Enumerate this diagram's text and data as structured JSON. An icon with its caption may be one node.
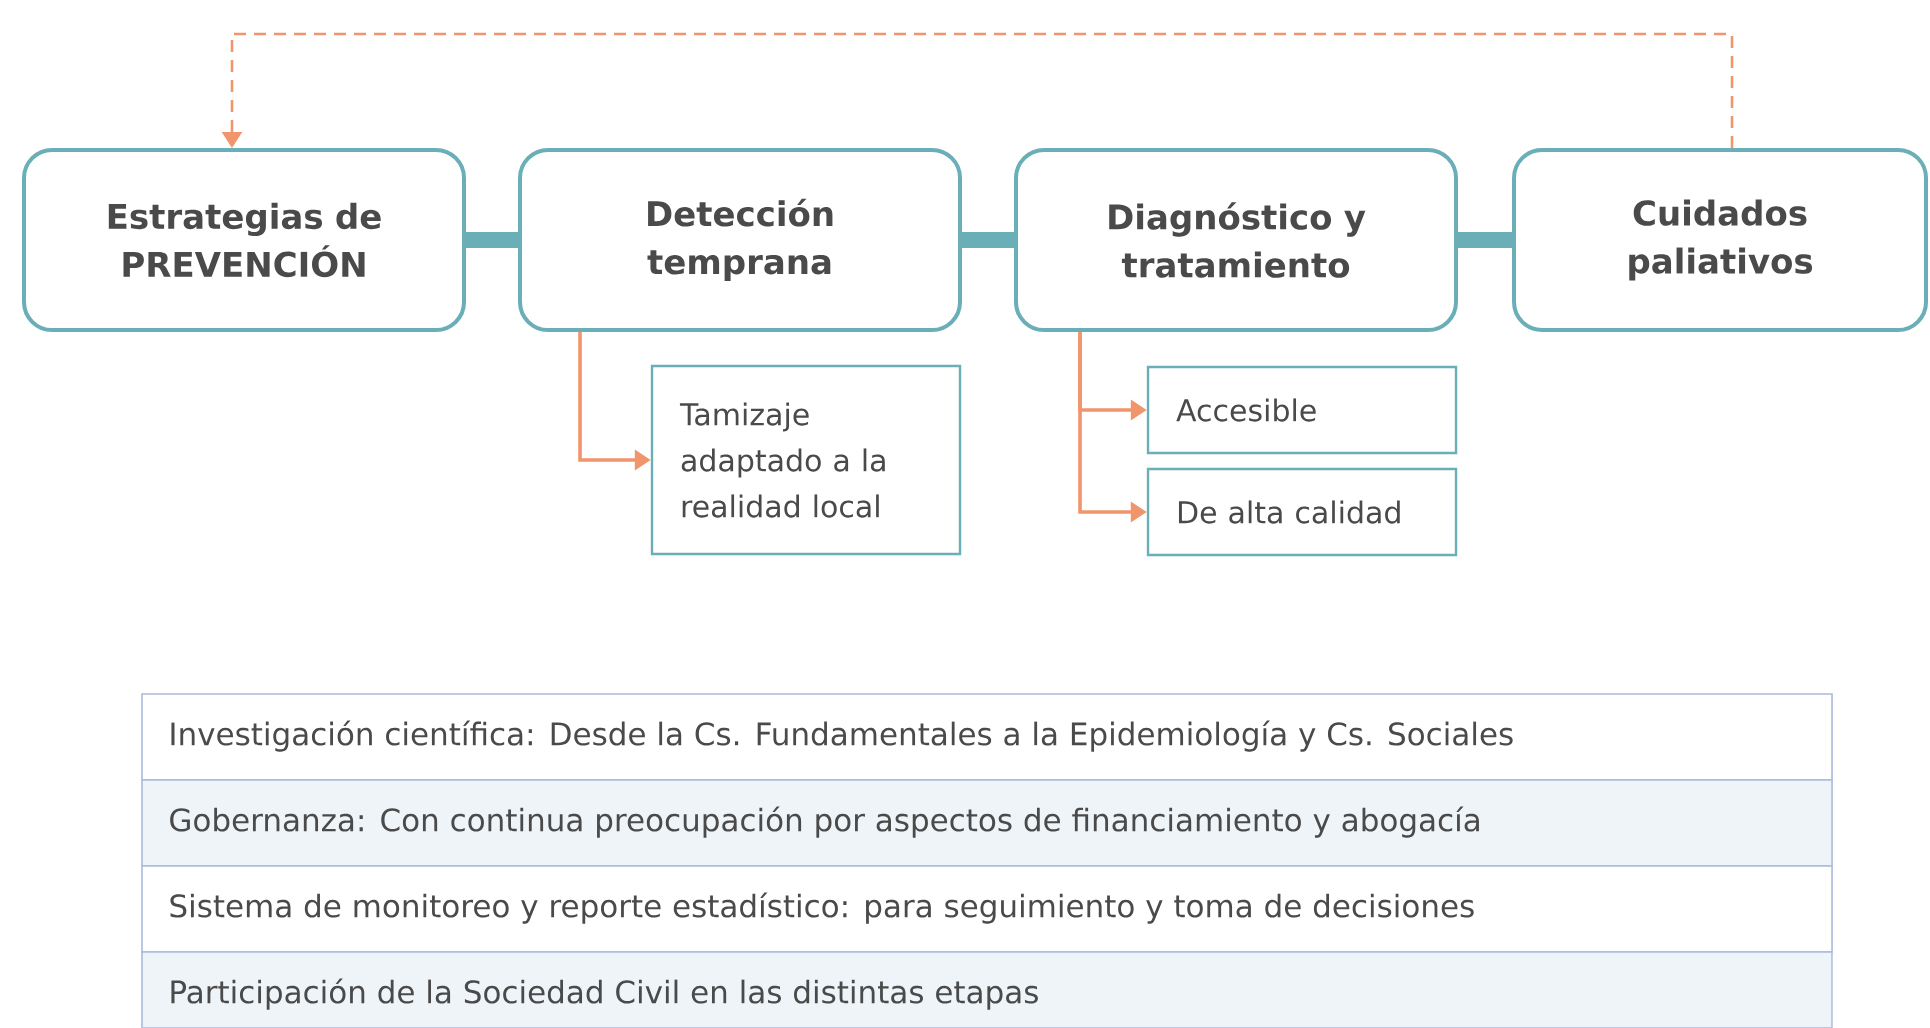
{
  "diagram": {
    "nodes": [
      {
        "text": [
          "Estrategias de PREVENCIÓN"
        ]
      },
      {
        "text": [
          "Detección temprana"
        ]
      },
      {
        "text": [
          "Diagnóstico y tratamiento"
        ]
      },
      {
        "text": [
          "Cuidados paliativos"
        ]
      },
      {
        "text": [
          "Tamizaje adaptado a la realidad local"
        ]
      },
      {
        "text": [
          "Accesible"
        ]
      },
      {
        "text": [
          "De alta calidad"
        ]
      }
    ],
    "edges": [
      {
        "from": 0,
        "to": 1,
        "arrow": "none",
        "style": "thick",
        "color": "#6aaeb8"
      },
      {
        "from": 1,
        "to": 2,
        "arrow": "none",
        "style": "thick",
        "color": "#6aaeb8"
      },
      {
        "from": 2,
        "to": 3,
        "arrow": "none",
        "style": "thick",
        "color": "#6aaeb8"
      },
      {
        "from": 3,
        "to": 0,
        "arrow": "to",
        "style": "dashed",
        "color": "#f0956c"
      },
      {
        "from": 1,
        "to": 4,
        "arrow": "to",
        "color": "#f0956c"
      },
      {
        "from": 2,
        "to": 5,
        "arrow": "to",
        "color": "#f0956c"
      },
      {
        "from": 2,
        "to": 6,
        "arrow": "to",
        "color": "#f0956c"
      }
    ],
    "labels": [
      "Investigación científica: Desde la Cs. Fundamentales a la Epidemiología y Cs. Sociales",
      "Gobernanza: Con continua preocupación por aspectos de financiamiento y abogacía",
      "Sistema de monitoreo y reporte estadístico: para seguimiento y toma de decisiones",
      "Participación de la Sociedad Civil en las distintas etapas"
    ]
  }
}
